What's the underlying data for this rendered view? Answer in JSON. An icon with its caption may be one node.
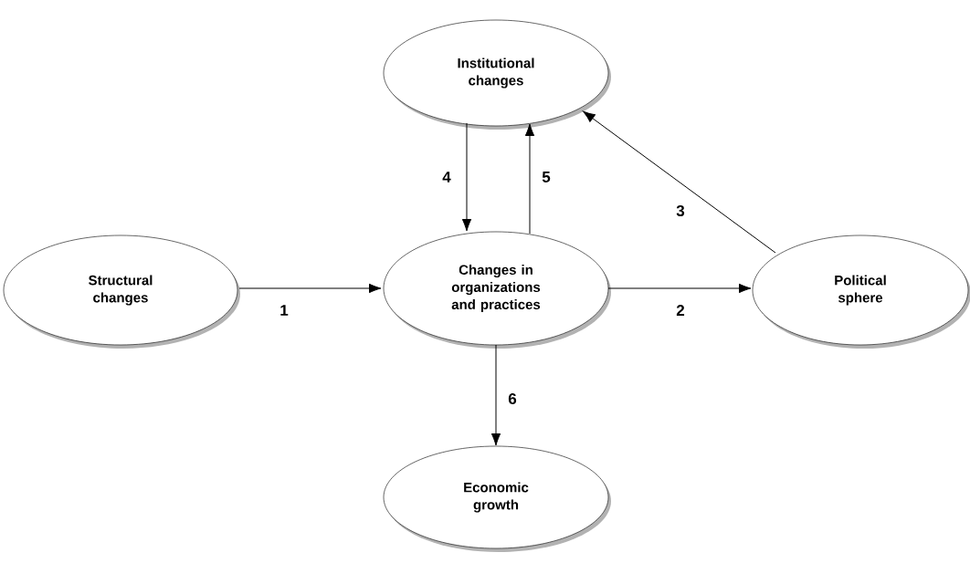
{
  "diagram": {
    "nodes": [
      {
        "text": [
          "Structural changes"
        ]
      },
      {
        "text": [
          "Institutional changes"
        ]
      },
      {
        "text": [
          "Changes in organizations and practices"
        ]
      },
      {
        "text": [
          "Political sphere"
        ]
      },
      {
        "text": [
          "Economic growth"
        ]
      }
    ],
    "edges": [
      {
        "from": 0,
        "to": 2,
        "arrow": "to",
        "label": "1"
      },
      {
        "from": 2,
        "to": 3,
        "arrow": "to",
        "label": "2"
      },
      {
        "from": 3,
        "to": 1,
        "arrow": "to",
        "label": "3"
      },
      {
        "from": 1,
        "to": 2,
        "arrow": "to",
        "label": "4"
      },
      {
        "from": 2,
        "to": 1,
        "arrow": "to",
        "label": "5"
      },
      {
        "from": 2,
        "to": 4,
        "arrow": "to",
        "label": "6"
      }
    ]
  }
}
